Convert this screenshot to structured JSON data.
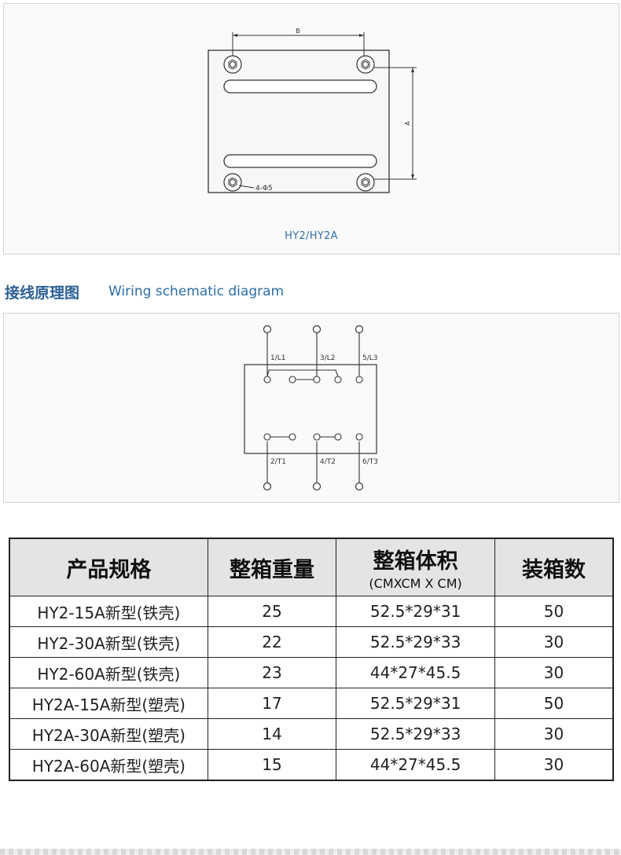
{
  "dimension_drawing": {
    "dim_b": "B",
    "dim_a": "A",
    "hole_note": "4-Φ5",
    "model": "HY2/HY2A"
  },
  "wiring": {
    "title_cn": "接线原理图",
    "title_en": "Wiring schematic diagram",
    "top_terminals": [
      "1/L1",
      "3/L2",
      "5/L3"
    ],
    "bottom_terminals": [
      "2/T1",
      "4/T2",
      "6/T3"
    ]
  },
  "table": {
    "headers": [
      "产品规格",
      "整箱重量",
      "整箱体积",
      "装箱数"
    ],
    "volume_unit": "(CMXCM X CM)",
    "rows": [
      [
        "HY2-15A新型(铁壳)",
        "25",
        "52.5*29*31",
        "50"
      ],
      [
        "HY2-30A新型(铁壳)",
        "22",
        "52.5*29*33",
        "30"
      ],
      [
        "HY2-60A新型(铁壳)",
        "23",
        "44*27*45.5",
        "30"
      ],
      [
        "HY2A-15A新型(塑壳)",
        "17",
        "52.5*29*31",
        "50"
      ],
      [
        "HY2A-30A新型(塑壳)",
        "14",
        "52.5*29*33",
        "30"
      ],
      [
        "HY2A-60A新型(塑壳)",
        "15",
        "44*27*45.5",
        "30"
      ]
    ]
  }
}
